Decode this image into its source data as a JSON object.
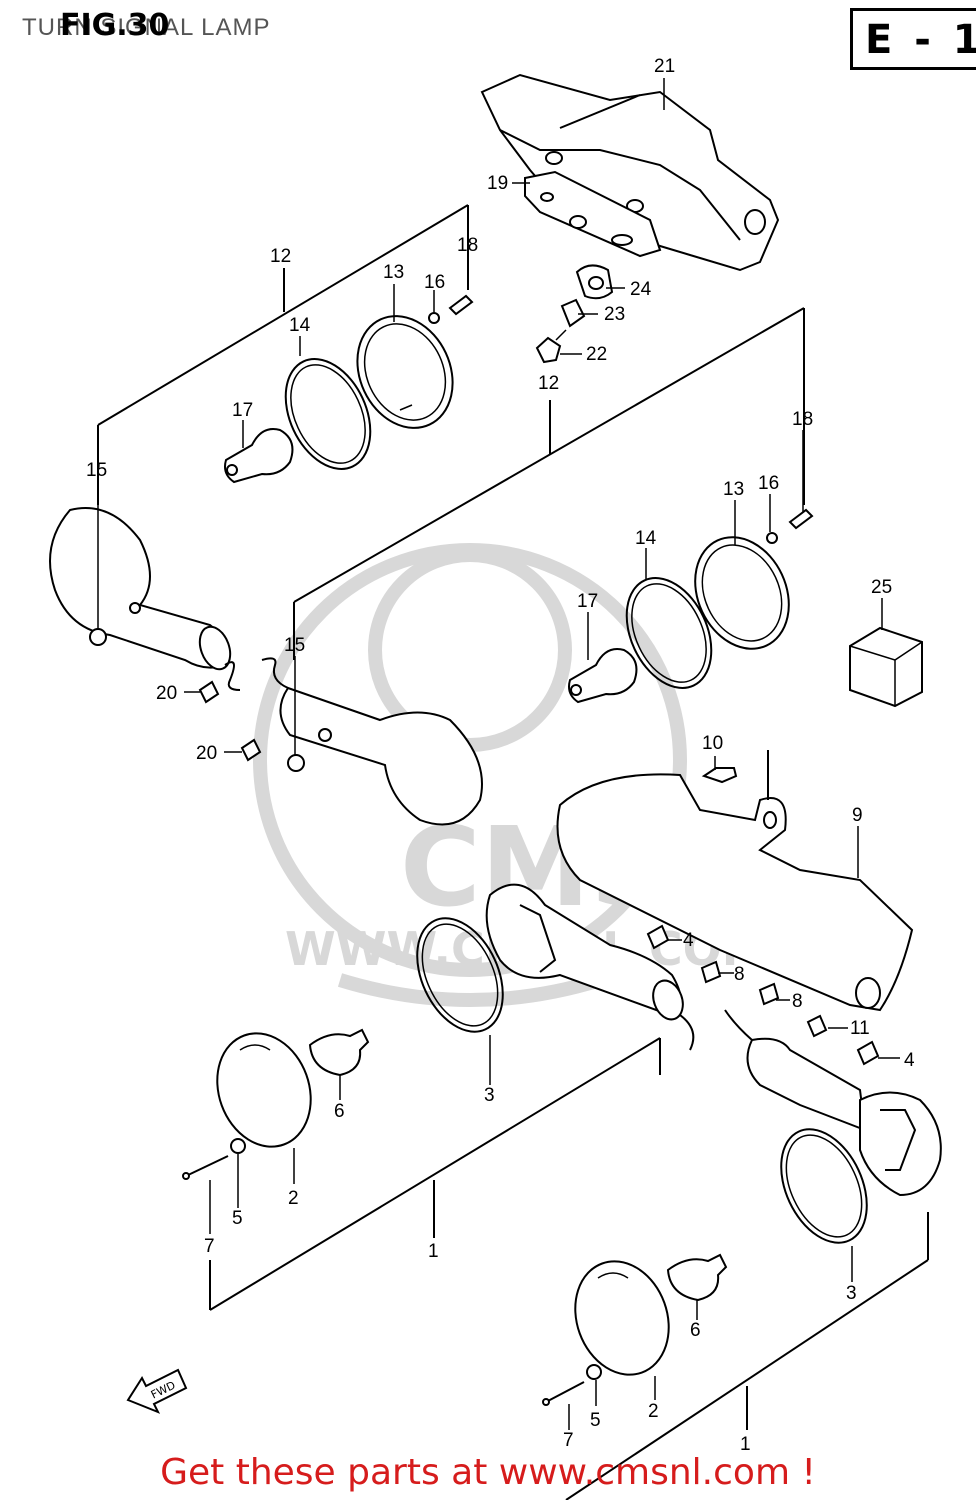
{
  "header": {
    "subtitle": "TURN SIGNAL LAMP",
    "figure": "FIG.30",
    "region_code": "E - 1"
  },
  "footer": {
    "text": "Get these parts at www.cmsnl.com !"
  },
  "watermark": {
    "brand": "CMS",
    "url": "WWW.CMSNL.COM"
  },
  "fwd_arrow": {
    "label": "FWD"
  },
  "callouts": {
    "c1a": "1",
    "c1b": "1",
    "c2a": "2",
    "c2b": "2",
    "c3a": "3",
    "c3b": "3",
    "c4a": "4",
    "c4b": "4",
    "c5a": "5",
    "c5b": "5",
    "c6a": "6",
    "c6b": "6",
    "c7a": "7",
    "c7b": "7",
    "c8a": "8",
    "c8b": "8",
    "c9": "9",
    "c10": "10",
    "c11": "11",
    "c12a": "12",
    "c12b": "12",
    "c13a": "13",
    "c13b": "13",
    "c14a": "14",
    "c14b": "14",
    "c15a": "15",
    "c15b": "15",
    "c16a": "16",
    "c16b": "16",
    "c17a": "17",
    "c17b": "17",
    "c18a": "18",
    "c18b": "18",
    "c19": "19",
    "c20a": "20",
    "c20b": "20",
    "c21": "21",
    "c22": "22",
    "c23": "23",
    "c24": "24",
    "c25": "25"
  },
  "colors": {
    "footer_text": "#d61c1c",
    "watermark": "#d8d8d8",
    "line": "#000000"
  }
}
